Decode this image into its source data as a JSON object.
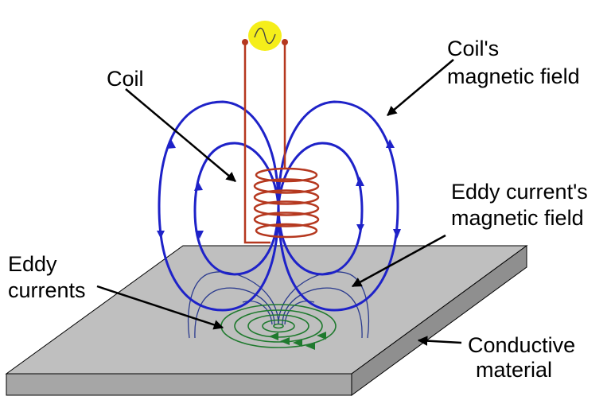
{
  "labels": {
    "coil": "Coil",
    "coil_field_line1": "Coil's",
    "coil_field_line2": "magnetic field",
    "eddy_field_line1": "Eddy current's",
    "eddy_field_line2": "magnetic field",
    "eddy_currents_line1": "Eddy",
    "eddy_currents_line2": "currents",
    "conductive_line1": "Conductive",
    "conductive_line2": "material"
  },
  "colors": {
    "coil": "#b5381f",
    "coil_field": "#1e22c8",
    "eddy_field": "#2a3a8e",
    "eddy_currents": "#1f7a2e",
    "plate_top": "#bfbfbf",
    "plate_front": "#a6a6a6",
    "plate_side": "#8f8f8f",
    "ac_source": "#f5ee1a",
    "arrow": "#000000"
  },
  "icons": {
    "ac_source": "ac-sine-source-icon"
  }
}
